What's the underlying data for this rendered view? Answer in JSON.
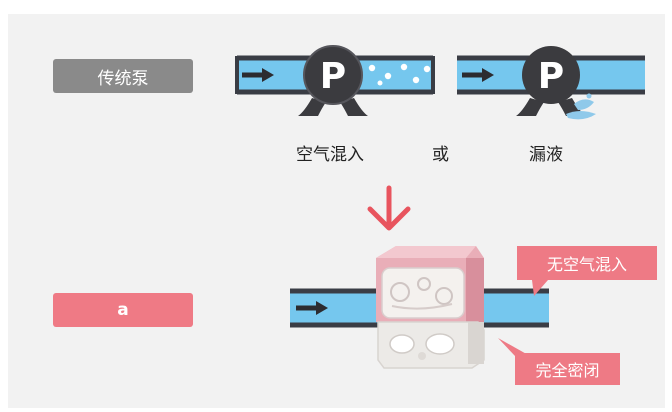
{
  "labels": {
    "traditional_pump": "传统泵",
    "new_pump": "a"
  },
  "captions": {
    "air_mixing": "空气混入",
    "or": "或",
    "leakage": "漏液"
  },
  "callouts": {
    "no_air_mixing": "无空气混入",
    "fully_sealed": "完全密闭"
  },
  "pump_symbol": "P",
  "colors": {
    "pipe_fill": "#75c7ee",
    "pipe_border": "#3a3d45",
    "pump_dark": "#3b3b3f",
    "arrow_red": "#e8545e",
    "callout_pink": "#ee7a85",
    "label_grey": "#8a8a8a",
    "label_pink": "#ef7a85"
  }
}
